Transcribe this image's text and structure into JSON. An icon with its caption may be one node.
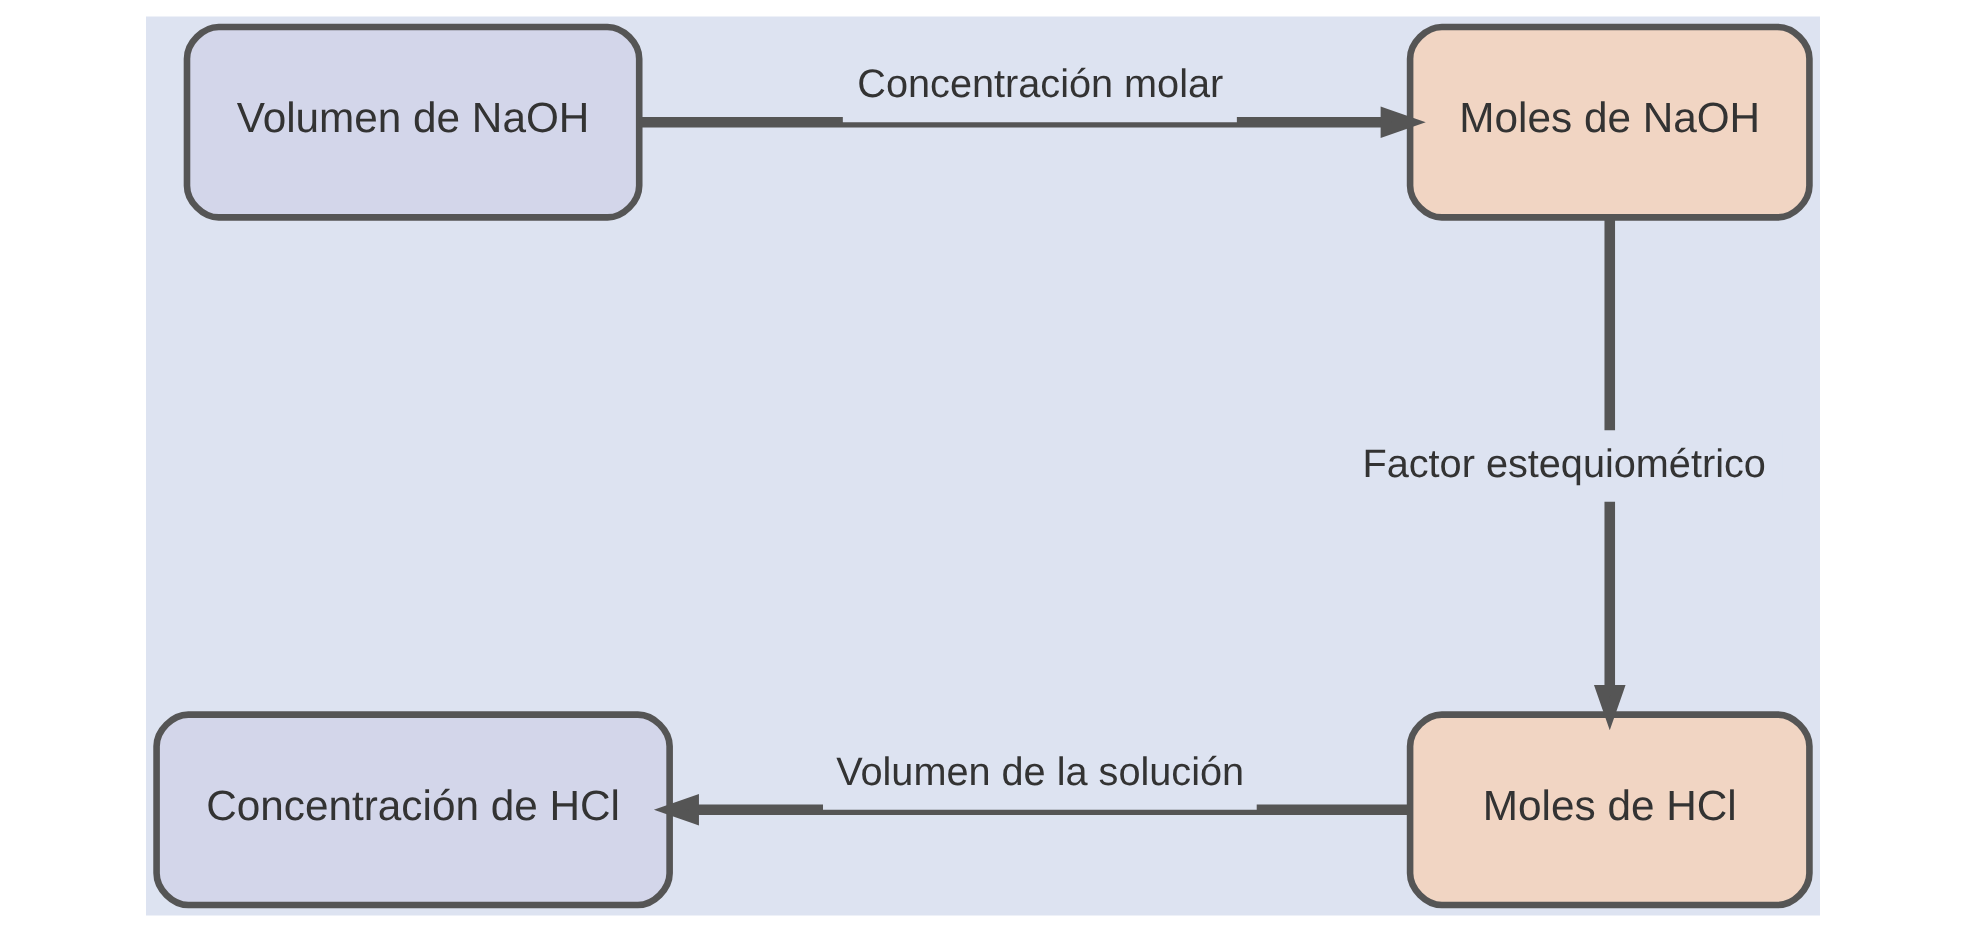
{
  "diagram": {
    "nodes": [
      {
        "text": [
          "Volumen de NaOH"
        ]
      },
      {
        "text": [
          "Moles de NaOH"
        ]
      },
      {
        "text": [
          "Concentración de HCl"
        ]
      },
      {
        "text": [
          "Moles de HCl"
        ]
      }
    ],
    "edges": [
      {
        "from": 0,
        "to": 1,
        "arrow": "to",
        "label": "Concentración molar"
      },
      {
        "from": 1,
        "to": 3,
        "arrow": "to",
        "label": "Factor estequiométrico"
      },
      {
        "from": 3,
        "to": 2,
        "arrow": "to",
        "label": "Volumen de la solución"
      }
    ]
  }
}
